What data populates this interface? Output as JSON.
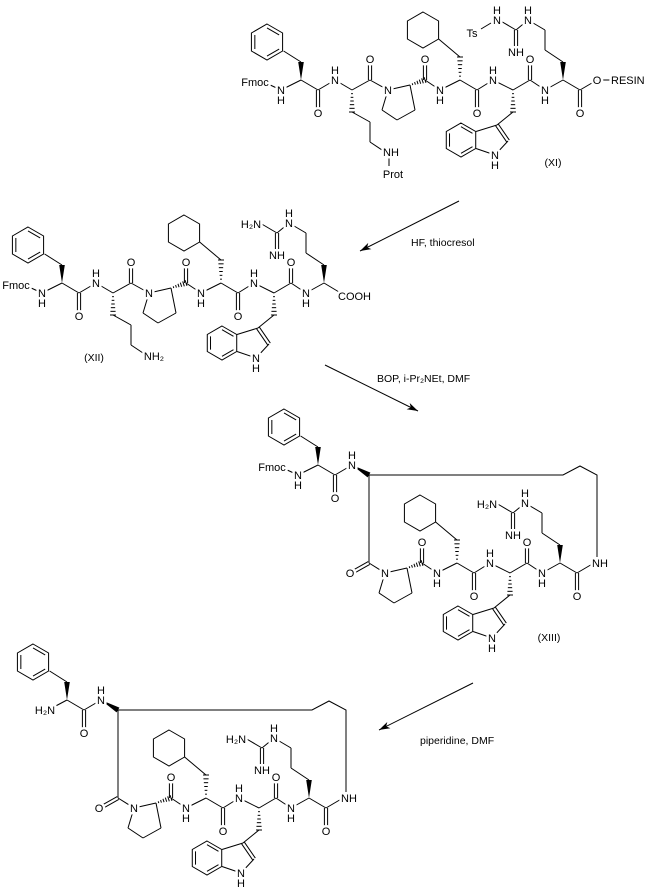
{
  "atoms": {
    "N": "N",
    "H": "H",
    "O": "O",
    "NH": "NH",
    "H2N": "H₂N",
    "NH2": "NH₂",
    "COOH": "COOH",
    "Ts": "Ts",
    "RESIN": "RESIN",
    "Prot": "Prot",
    "Fmoc": "Fmoc"
  },
  "structures": [
    {
      "id": "XI",
      "label": "(XI)"
    },
    {
      "id": "XII",
      "label": "(XII)"
    },
    {
      "id": "XIII",
      "label": "(XIII)"
    },
    {
      "id": "final",
      "label": ""
    }
  ],
  "reactions": [
    {
      "reagents": "HF, thiocresol"
    },
    {
      "reagents": "BOP, i-Pr₂NEt, DMF"
    },
    {
      "reagents": "piperidine, DMF"
    }
  ]
}
